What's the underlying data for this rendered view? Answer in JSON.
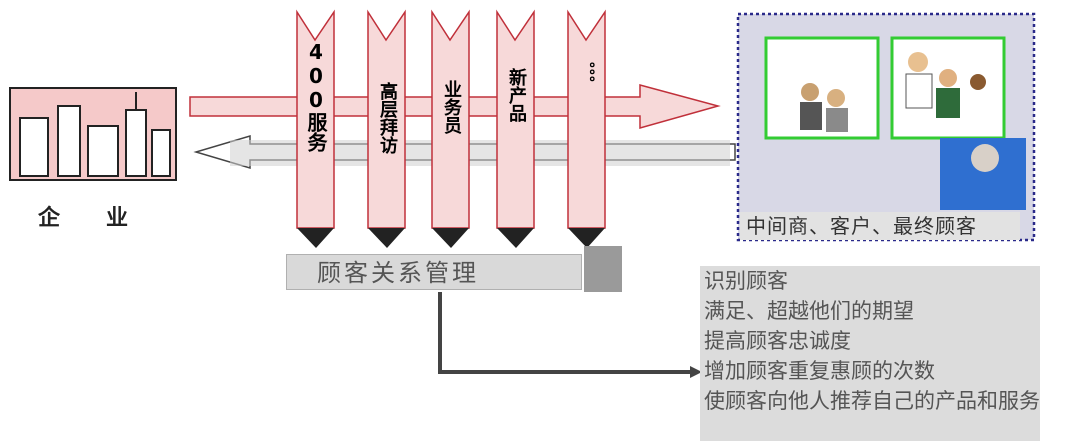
{
  "enterprise": {
    "char_left": "企",
    "char_right": "业"
  },
  "channels": [
    {
      "label": "400服务"
    },
    {
      "label": "高层拜访"
    },
    {
      "label": "业务员"
    },
    {
      "label": "新产品"
    },
    {
      "label": "。。。"
    }
  ],
  "crm_label": "顾客关系管理",
  "customer_caption": "中间商、客户、最终顾客",
  "benefits": [
    "识别顾客",
    "满足、超越他们的期望",
    "提高顾客忠诚度",
    "增加顾客重复惠顾的次数",
    "使顾客向他人推荐自己的产品和服务"
  ],
  "colors": {
    "arrow_fill": "#f7d9d9",
    "arrow_stroke": "#c0303a",
    "frame_green": "#33cc33",
    "frame_dotted": "#2a2a8a"
  }
}
